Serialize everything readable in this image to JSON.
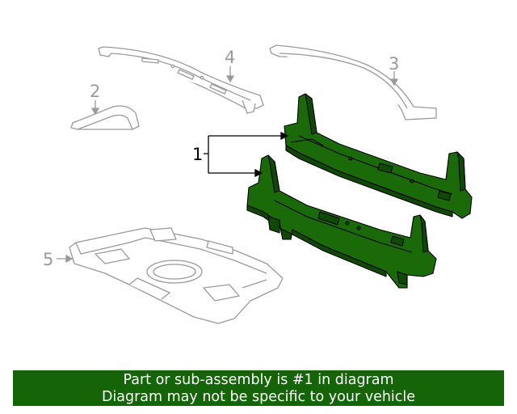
{
  "callouts": {
    "part1": "1",
    "part2": "2",
    "part3": "3",
    "part4": "4",
    "part5": "5"
  },
  "banner": {
    "line1": "Part or sub-assembly is #1 in diagram",
    "line2": "Diagram may not be specific to your vehicle"
  },
  "colors": {
    "highlight": "#1a6a0a",
    "highlight_dark": "#0f4a05",
    "ghost": "#9a9a9a",
    "banner_bg": "#156408"
  }
}
